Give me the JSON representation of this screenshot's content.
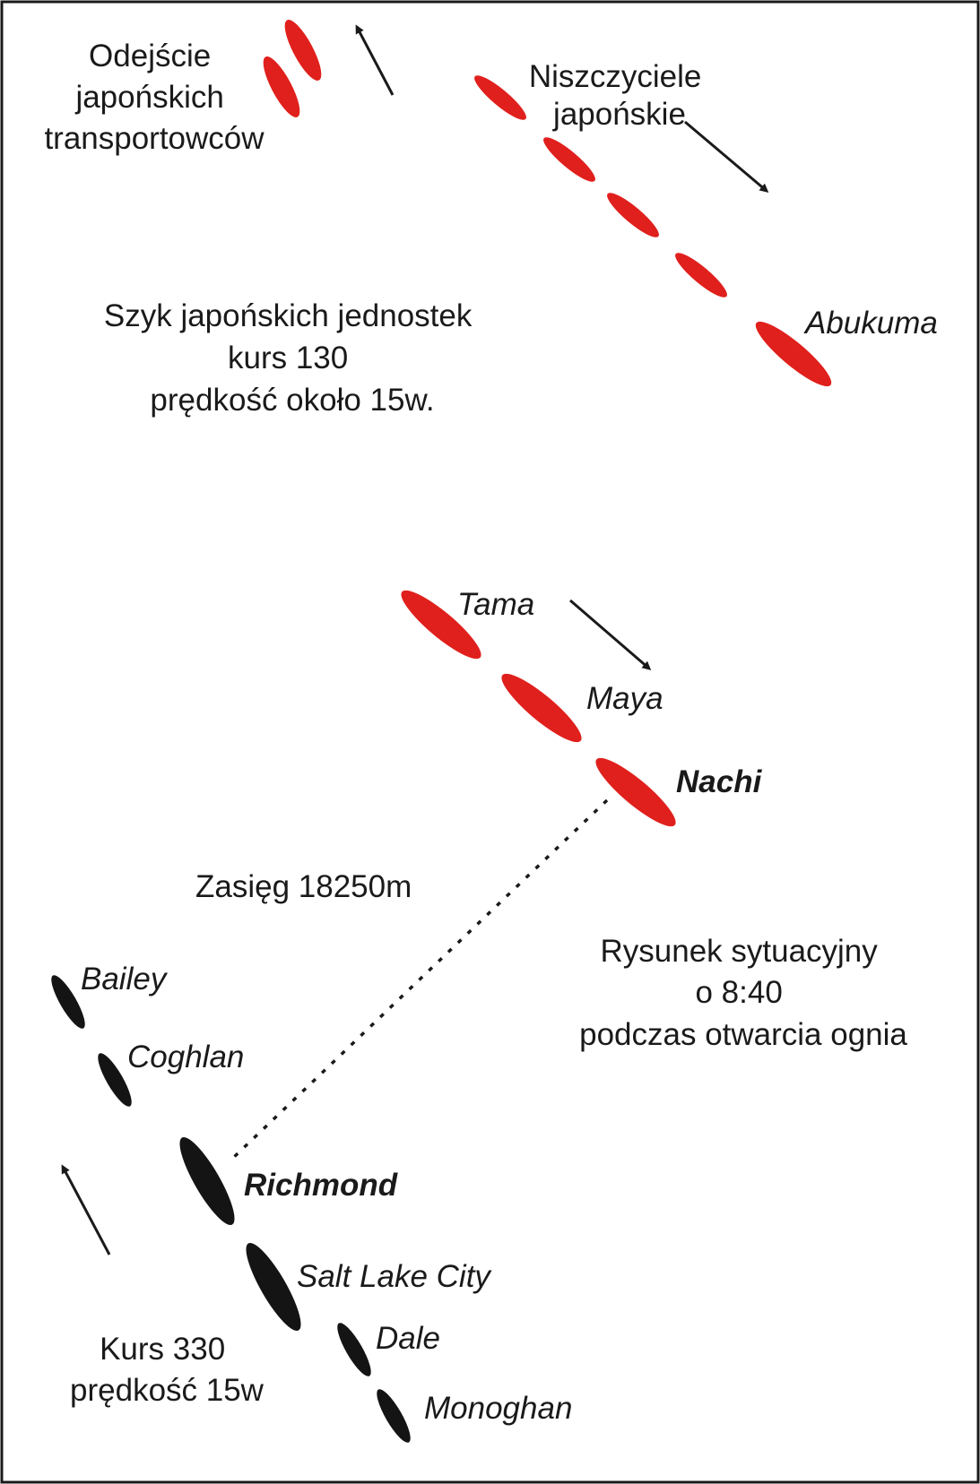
{
  "colors": {
    "japanese_ship": "#e0201c",
    "american_ship": "#141414",
    "text": "#1a1a1a",
    "border": "#1a1a1a"
  },
  "labels": {
    "transports_departure": [
      "Odejście",
      "japońskich",
      "transportowców"
    ],
    "destroyers": [
      "Niszczyciele",
      "japońskie"
    ],
    "formation": [
      "Szyk japońskich jednostek",
      "kurs 130",
      "prędkość około 15w."
    ],
    "range": "Zasięg 18250m",
    "situation": [
      "Rysunek sytuacyjny",
      "o 8:40",
      "podczas otwarcia ognia"
    ],
    "us_course": [
      "Kurs 330",
      "prędkość 15w"
    ]
  },
  "japanese_ships": {
    "abukuma": "Abukuma",
    "tama": "Tama",
    "maya": "Maya",
    "nachi": "Nachi"
  },
  "american_ships": {
    "bailey": "Bailey",
    "coghlan": "Coghlan",
    "richmond": "Richmond",
    "salt_lake_city": "Salt Lake City",
    "dale": "Dale",
    "monoghan": "Monoghan"
  }
}
